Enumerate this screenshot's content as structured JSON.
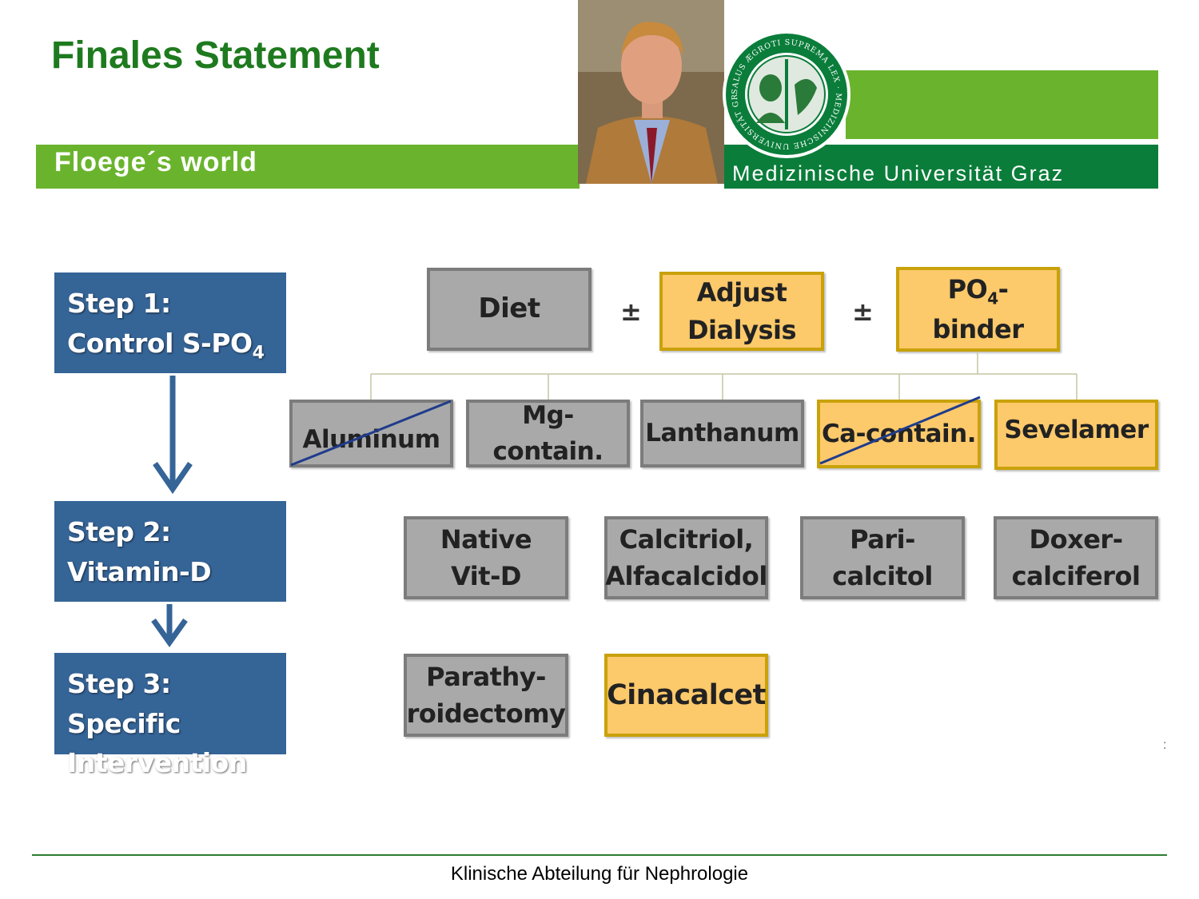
{
  "header": {
    "title": "Finales Statement",
    "subtitle": "Floege´s world",
    "university": "Medizinische Universität Graz",
    "seal_text": "SALUS ÆGROTI SUPREMA LEX · MEDIZINISCHE UNIVERSITÄT GRAZ"
  },
  "steps": [
    {
      "line1": "Step 1:",
      "line2": "Control S-PO",
      "sub": "4"
    },
    {
      "line1": "Step 2:",
      "line2": "Vitamin-D"
    },
    {
      "line1": "Step 3: Specific",
      "line2": "Intervention"
    }
  ],
  "step1_top": {
    "diet": "Diet",
    "plus_minus_1": "±",
    "adjust_line1": "Adjust",
    "adjust_line2": "Dialysis",
    "plus_minus_2": "±",
    "binder_line1": "PO",
    "binder_sub": "4",
    "binder_dash": "-",
    "binder_line2": "binder"
  },
  "binders": [
    {
      "label": "Aluminum",
      "struck": true
    },
    {
      "label": "Mg-contain.",
      "struck": false
    },
    {
      "label": "Lanthanum",
      "struck": false
    },
    {
      "label": "Ca-contain.",
      "struck": true
    },
    {
      "label": "Sevelamer",
      "struck": false
    }
  ],
  "vitamin_d": [
    {
      "line1": "Native",
      "line2": "Vit-D"
    },
    {
      "line1": "Calcitriol,",
      "line2": "Alfacalcidol"
    },
    {
      "line1": "Pari-",
      "line2": "calcitol"
    },
    {
      "line1": "Doxer-",
      "line2": "calciferol"
    }
  ],
  "step3_options": [
    {
      "line1": "Parathy-",
      "line2": "roidectomy"
    },
    {
      "label": "Cinacalcet"
    }
  ],
  "colors": {
    "step_blue": "#356497",
    "gray_box": "#a9a9a9",
    "yellow_box": "#fcc96b",
    "green_light": "#6ab42d",
    "green_dark": "#0a7d3a",
    "strike_line": "#1f3c8c"
  },
  "footer": "Klinische Abteilung für Nephrologie"
}
